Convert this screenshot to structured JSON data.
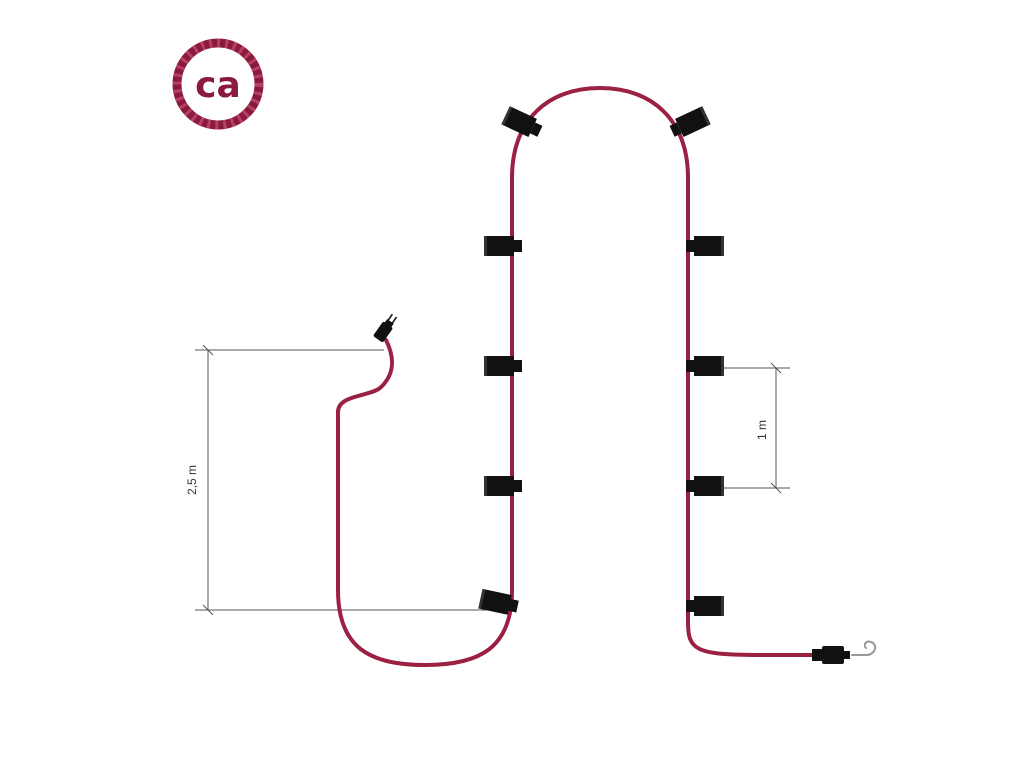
{
  "logo": {
    "text": "ca",
    "color": "#8a1a3e"
  },
  "dimensions": [
    {
      "id": "lead-length",
      "label": "2,5 m"
    },
    {
      "id": "socket-spacing",
      "label": "1 m"
    }
  ],
  "colors": {
    "cable": "#9b2042",
    "socket": "#111111",
    "dimension_line": "#555555",
    "hook": "#999999"
  },
  "icons": [
    "power-plug-icon",
    "lamp-socket-icon",
    "end-connector-icon",
    "hook-icon"
  ]
}
